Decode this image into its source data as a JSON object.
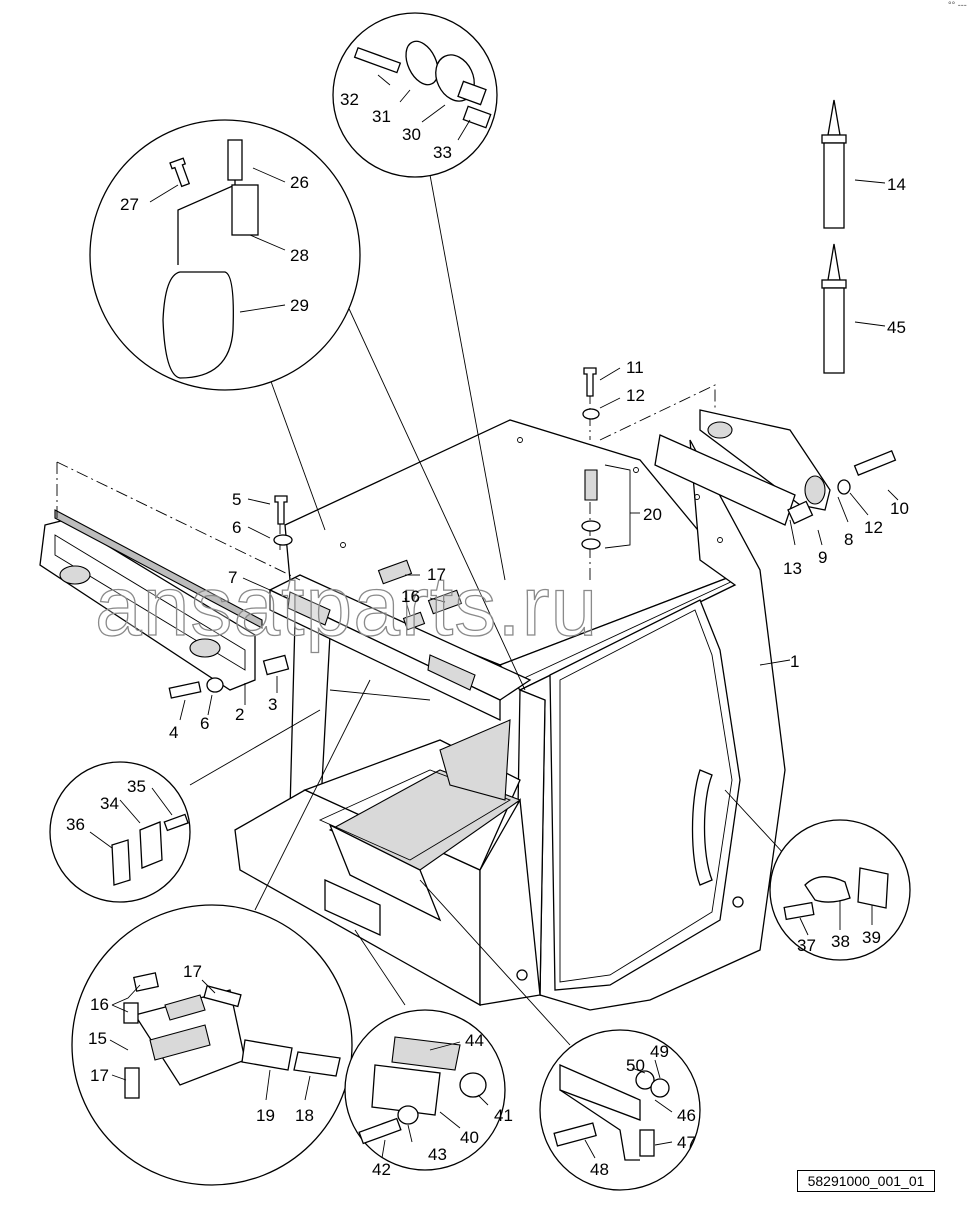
{
  "drawing_ref": "58291000_001_01",
  "watermark": "ansatparts.ru",
  "corner_mark": "°° ---",
  "callouts": [
    {
      "id": "part-1",
      "label": "1"
    },
    {
      "id": "part-2",
      "label": "2"
    },
    {
      "id": "part-3",
      "label": "3"
    },
    {
      "id": "part-4",
      "label": "4"
    },
    {
      "id": "part-5",
      "label": "5"
    },
    {
      "id": "part-6a",
      "label": "6"
    },
    {
      "id": "part-6b",
      "label": "6"
    },
    {
      "id": "part-7",
      "label": "7"
    },
    {
      "id": "part-8",
      "label": "8"
    },
    {
      "id": "part-9",
      "label": "9"
    },
    {
      "id": "part-10",
      "label": "10"
    },
    {
      "id": "part-11",
      "label": "11"
    },
    {
      "id": "part-12a",
      "label": "12"
    },
    {
      "id": "part-12b",
      "label": "12"
    },
    {
      "id": "part-13",
      "label": "13"
    },
    {
      "id": "part-14",
      "label": "14"
    },
    {
      "id": "part-15",
      "label": "15"
    },
    {
      "id": "part-16a",
      "label": "16"
    },
    {
      "id": "part-16b",
      "label": "16"
    },
    {
      "id": "part-17a",
      "label": "17"
    },
    {
      "id": "part-17b",
      "label": "17"
    },
    {
      "id": "part-17c",
      "label": "17"
    },
    {
      "id": "part-18",
      "label": "18"
    },
    {
      "id": "part-19",
      "label": "19"
    },
    {
      "id": "part-20",
      "label": "20"
    },
    {
      "id": "part-26",
      "label": "26"
    },
    {
      "id": "part-27",
      "label": "27"
    },
    {
      "id": "part-28",
      "label": "28"
    },
    {
      "id": "part-29",
      "label": "29"
    },
    {
      "id": "part-30",
      "label": "30"
    },
    {
      "id": "part-31",
      "label": "31"
    },
    {
      "id": "part-32",
      "label": "32"
    },
    {
      "id": "part-33",
      "label": "33"
    },
    {
      "id": "part-34",
      "label": "34"
    },
    {
      "id": "part-35",
      "label": "35"
    },
    {
      "id": "part-36",
      "label": "36"
    },
    {
      "id": "part-37",
      "label": "37"
    },
    {
      "id": "part-38",
      "label": "38"
    },
    {
      "id": "part-39",
      "label": "39"
    },
    {
      "id": "part-40",
      "label": "40"
    },
    {
      "id": "part-41",
      "label": "41"
    },
    {
      "id": "part-42",
      "label": "42"
    },
    {
      "id": "part-43",
      "label": "43"
    },
    {
      "id": "part-44",
      "label": "44"
    },
    {
      "id": "part-45",
      "label": "45"
    },
    {
      "id": "part-46",
      "label": "46"
    },
    {
      "id": "part-47",
      "label": "47"
    },
    {
      "id": "part-48",
      "label": "48"
    },
    {
      "id": "part-49",
      "label": "49"
    },
    {
      "id": "part-50",
      "label": "50"
    }
  ]
}
